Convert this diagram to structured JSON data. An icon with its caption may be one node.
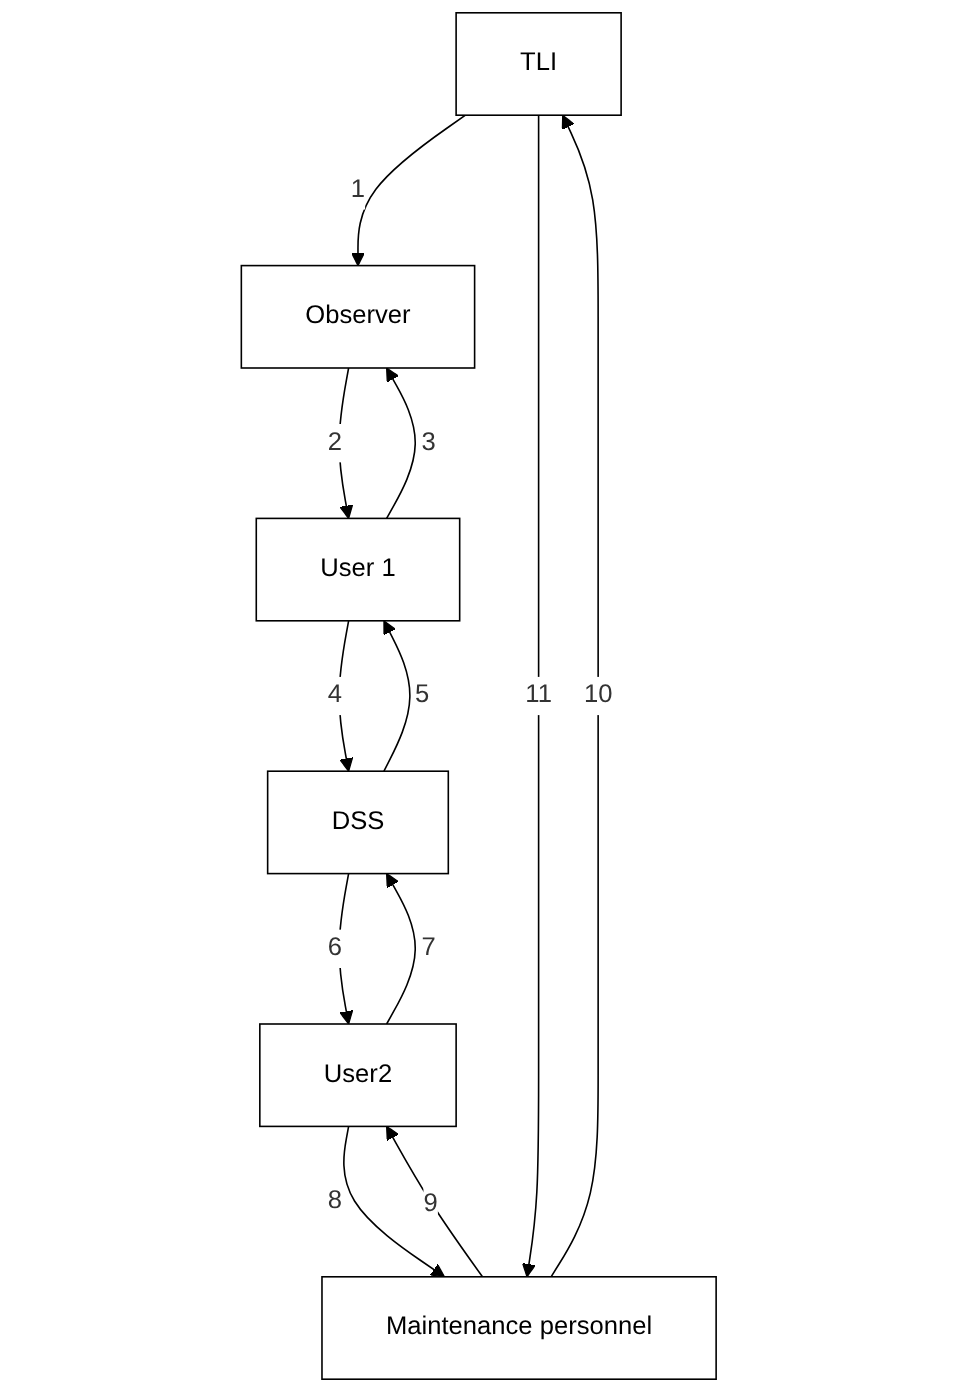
{
  "diagram": {
    "nodes": [
      {
        "text": [
          "TLI"
        ]
      },
      {
        "text": [
          "Observer"
        ]
      },
      {
        "text": [
          "Maintenance personnel"
        ]
      },
      {
        "text": [
          "User 1"
        ]
      },
      {
        "text": [
          "User2"
        ]
      },
      {
        "text": [
          "DSS"
        ]
      }
    ],
    "edges": [
      {
        "from": 0,
        "to": 1,
        "arrow": "to",
        "label": "1"
      },
      {
        "from": 1,
        "to": 3,
        "arrow": "to",
        "label": "2"
      },
      {
        "from": 3,
        "to": 1,
        "arrow": "to",
        "label": "3"
      },
      {
        "from": 3,
        "to": 5,
        "arrow": "to",
        "label": "4"
      },
      {
        "from": 5,
        "to": 3,
        "arrow": "to",
        "label": "5"
      },
      {
        "from": 5,
        "to": 4,
        "arrow": "to",
        "label": "6"
      },
      {
        "from": 4,
        "to": 5,
        "arrow": "to",
        "label": "7"
      },
      {
        "from": 4,
        "to": 2,
        "arrow": "to",
        "label": "8"
      },
      {
        "from": 2,
        "to": 4,
        "arrow": "to",
        "label": "9"
      },
      {
        "from": 2,
        "to": 0,
        "arrow": "to",
        "label": "10"
      },
      {
        "from": 0,
        "to": 2,
        "arrow": "to",
        "label": "11"
      }
    ]
  }
}
